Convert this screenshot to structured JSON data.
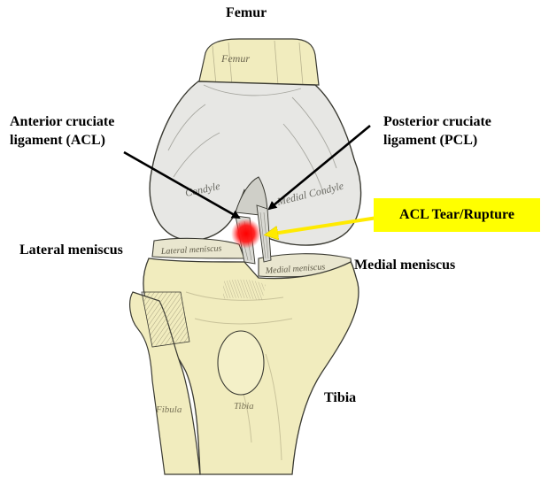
{
  "labels": {
    "femur": "Femur",
    "acl_line1": "Anterior cruciate",
    "acl_line2": "ligament (ACL)",
    "pcl_line1": "Posterior cruciate",
    "pcl_line2": "ligament (PCL)",
    "tear": "ACL Tear/Rupture",
    "lateral_meniscus": "Lateral meniscus",
    "medial_meniscus": "Medial meniscus",
    "tibia": "Tibia"
  },
  "engraved_text": {
    "femur": "Femur",
    "condyle_left": "Condyle",
    "condyle_right": "Medial Condyle",
    "lateral_meniscus": "Lateral meniscus",
    "medial_meniscus": "Medial meniscus",
    "fibula": "Fibula",
    "tibia": "Tibia"
  },
  "colors": {
    "bone": "#f1ecbe",
    "bone_shade": "#c9c39a",
    "condyle": "#e7e7e4",
    "ligament": "#d9d9d3",
    "outline": "#3a3a32",
    "tear": "#ff1a1a",
    "callout_bg": "#ffff00",
    "callout_arrow": "#ffea00",
    "arrow": "#000000"
  }
}
